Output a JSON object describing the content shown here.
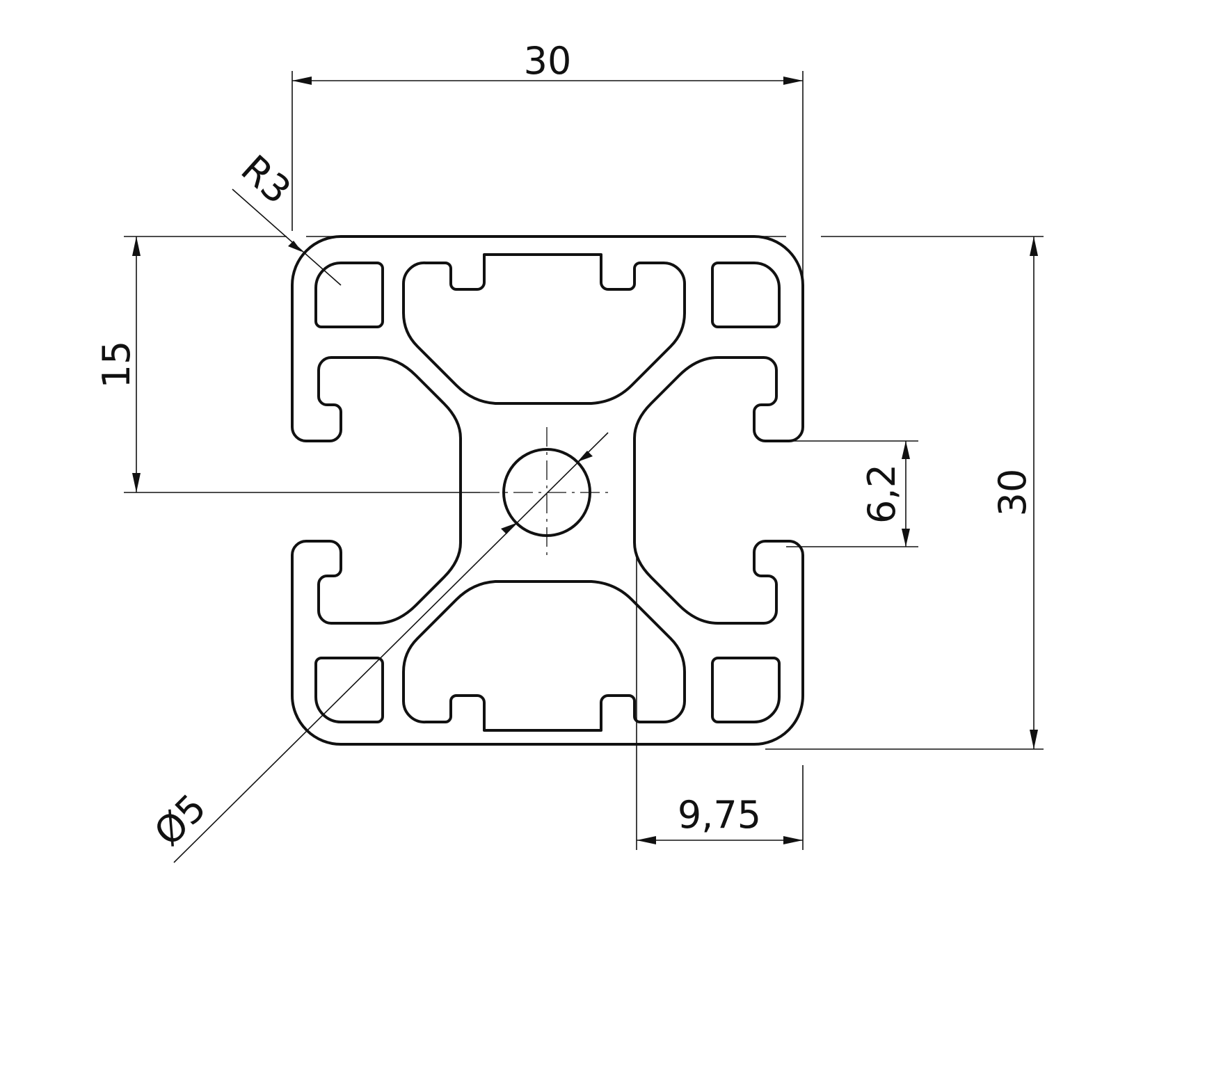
{
  "drawing": {
    "dimensions": {
      "overall_width": "30",
      "overall_height": "30",
      "half_height": "15",
      "corner_radius": "R3",
      "slot_opening": "6,2",
      "slot_offset": "9,75",
      "bore_diameter": "Ø5"
    },
    "colors": {
      "line": "#111111",
      "background": "#ffffff"
    }
  }
}
